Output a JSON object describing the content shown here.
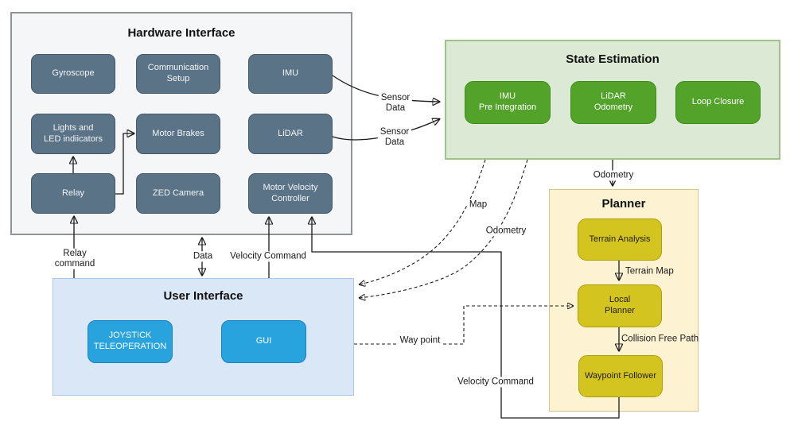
{
  "colors": {
    "hardware_box_fill": "#5b7386",
    "hardware_container_fill": "#f5f6f7",
    "state_container_fill": "#dcead5",
    "state_box_fill": "#53a32b",
    "planner_container_fill": "#fdf3d2",
    "planner_box_fill": "#d4c41f",
    "ui_container_fill": "#d9e7f7",
    "ui_box_fill": "#29a3dd",
    "connector_color": "#1a1a1a"
  },
  "hardware": {
    "title": "Hardware Interface",
    "boxes": [
      {
        "label": "Gyroscope"
      },
      {
        "label": "Communication\nSetup"
      },
      {
        "label": "IMU"
      },
      {
        "label": "Lights and\nLED indiicators"
      },
      {
        "label": "Motor Brakes"
      },
      {
        "label": "LiDAR"
      },
      {
        "label": "Relay"
      },
      {
        "label": "ZED Camera"
      },
      {
        "label": "Motor Velocity\nController"
      }
    ]
  },
  "state_estimation": {
    "title": "State Estimation",
    "boxes": [
      {
        "label": "IMU\nPre Integration"
      },
      {
        "label": "LiDAR\nOdometry"
      },
      {
        "label": "Loop Closure"
      }
    ]
  },
  "planner": {
    "title": "Planner",
    "boxes": [
      {
        "label": "Terrain Analysis"
      },
      {
        "label": "Local\nPlanner"
      },
      {
        "label": "Waypoint Follower"
      }
    ]
  },
  "user_interface": {
    "title": "User Interface",
    "boxes": [
      {
        "label": "JOYSTICK\nTELEOPERATION"
      },
      {
        "label": "GUI"
      }
    ]
  },
  "edge_labels": {
    "sensor_data_imu": "Sensor\nData",
    "sensor_data_lidar": "Sensor\nData",
    "map": "Map",
    "odometry_to_ui": "Odometry",
    "odometry_to_planner": "Odometry",
    "relay_command": "Relay\ncommand",
    "data": "Data",
    "velocity_command_ui": "Velocity Command",
    "velocity_command_planner": "Velocity Command",
    "way_point": "Way point",
    "terrain_map": "Terrain Map",
    "collision_free_path": "Collision Free Path"
  }
}
